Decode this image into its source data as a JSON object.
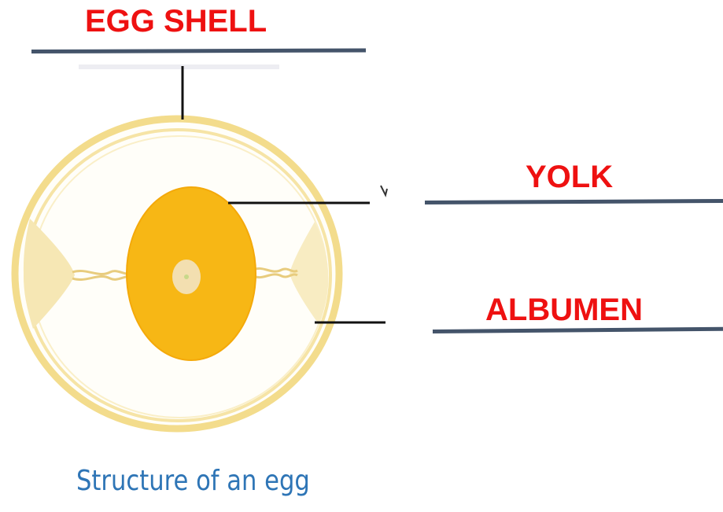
{
  "labels": {
    "egg_shell": "EGG SHELL",
    "yolk": "YOLK",
    "albumen": "ALBUMEN"
  },
  "caption": "Structure of an egg",
  "colors": {
    "label_text": "#ee1111",
    "answer_line": "#44546a",
    "caption_text": "#2e75b6",
    "shell": "#f3dc8c",
    "yolk": "#f7b715",
    "yolk_center": "#f3dfb0",
    "leader_line": "#111111"
  }
}
